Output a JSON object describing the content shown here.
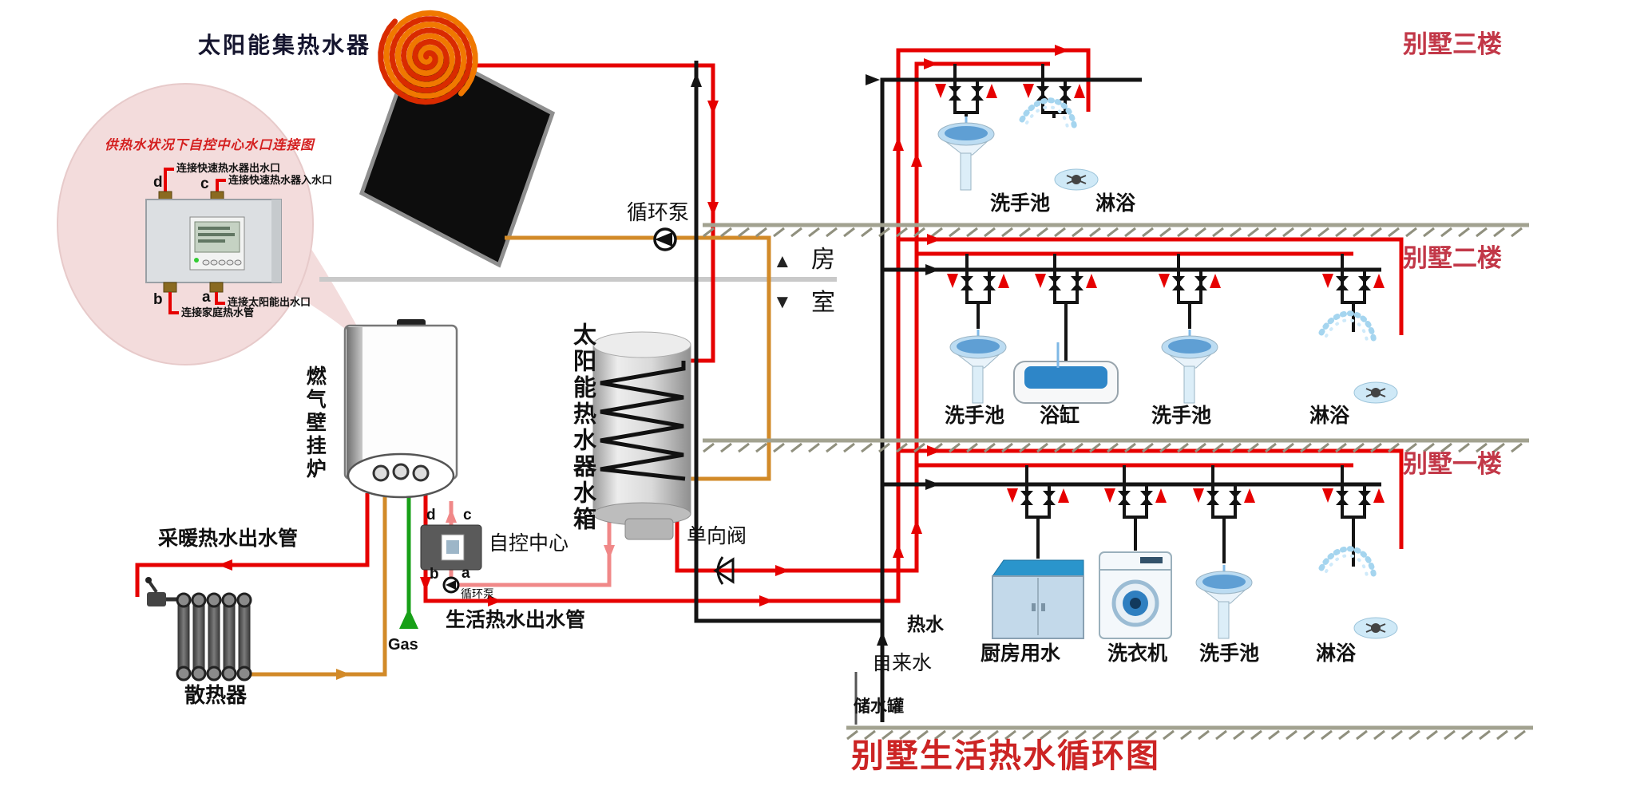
{
  "title_main": "太阳能集热水器",
  "bubble": {
    "title": "供热水状况下自控中心水口连接图",
    "port_d": "d",
    "port_c": "c",
    "port_b": "b",
    "port_a": "a",
    "label_d": "连接快速热水器出水口",
    "label_c": "连接快速热水器入水口",
    "label_b": "连接家庭热水管",
    "label_a": "连接太阳能出水口"
  },
  "left": {
    "boiler": "燃气壁挂炉",
    "pump": "循环泵",
    "house_marker": "▲",
    "house": "房",
    "room_marker": "▼",
    "room": "室",
    "tank": "太阳能热水器水箱",
    "control_center": "自控中心",
    "control_port_d": "d",
    "control_port_c": "c",
    "control_port_b": "b",
    "control_port_a": "a",
    "control_pump": "循环泵",
    "heating_pipe": "采暖热水出水管",
    "dhw_pipe": "生活热水出水管",
    "radiator": "散热器",
    "gas": "Gas",
    "check_valve": "单向阀"
  },
  "right": {
    "floors": [
      {
        "name": "别墅三楼",
        "fixtures": [
          {
            "type": "basin",
            "label": "洗手池"
          },
          {
            "type": "shower",
            "label": "淋浴"
          }
        ]
      },
      {
        "name": "别墅二楼",
        "fixtures": [
          {
            "type": "basin",
            "label": "洗手池"
          },
          {
            "type": "tub",
            "label": "浴缸"
          },
          {
            "type": "basin",
            "label": "洗手池"
          },
          {
            "type": "shower",
            "label": "淋浴"
          }
        ]
      },
      {
        "name": "别墅一楼",
        "fixtures": [
          {
            "type": "kitchen",
            "label": "厨房用水"
          },
          {
            "type": "washer",
            "label": "洗衣机"
          },
          {
            "type": "basin",
            "label": "洗手池"
          },
          {
            "type": "shower",
            "label": "淋浴"
          }
        ]
      }
    ],
    "hot_water": "热水",
    "tap_water": "自来水",
    "storage_tank": "储水罐",
    "caption": "别墅生活热水循环图"
  },
  "colors": {
    "hot_pipe": "#e60000",
    "warm_pipe": "#f08888",
    "return_pipe": "#d28a28",
    "gas_pipe": "#18a018",
    "cold_pipe": "#141414",
    "floor_label": "#c23848",
    "caption_red": "#cc2424",
    "bubble_fill": "#f3dcdc"
  }
}
